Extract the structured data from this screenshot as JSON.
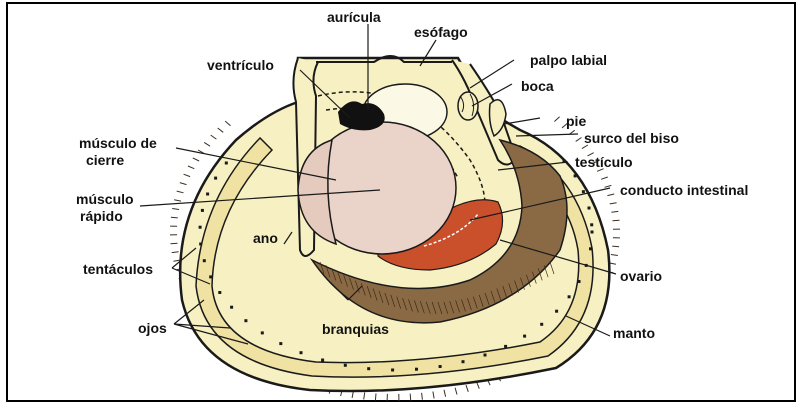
{
  "labels": {
    "auricula": "aurícula",
    "esofago": "esófago",
    "ventriculo": "ventrículo",
    "palpo_labial": "palpo labial",
    "boca": "boca",
    "pie": "pie",
    "musculo_cierre_1": "músculo de",
    "musculo_cierre_2": "cierre",
    "surco_biso": "surco del biso",
    "testiculo": "testículo",
    "conducto_intestinal": "conducto intestinal",
    "musculo_rapido_1": "músculo",
    "musculo_rapido_2": "rápido",
    "ano": "ano",
    "tentaculos": "tentáculos",
    "ovario": "ovario",
    "ojos": "ojos",
    "branquias": "branquias",
    "manto": "manto"
  },
  "colors": {
    "shell_fill": "#f7f0c2",
    "mantle_fill": "#f2e6a8",
    "muscle_fill": "#ead3c8",
    "ovary_fill": "#c9502a",
    "gill_fill": "#8a6a45",
    "heart_fill": "#111111",
    "eye_fill": "#1a1a1a",
    "outline": "#1a1a1a"
  }
}
